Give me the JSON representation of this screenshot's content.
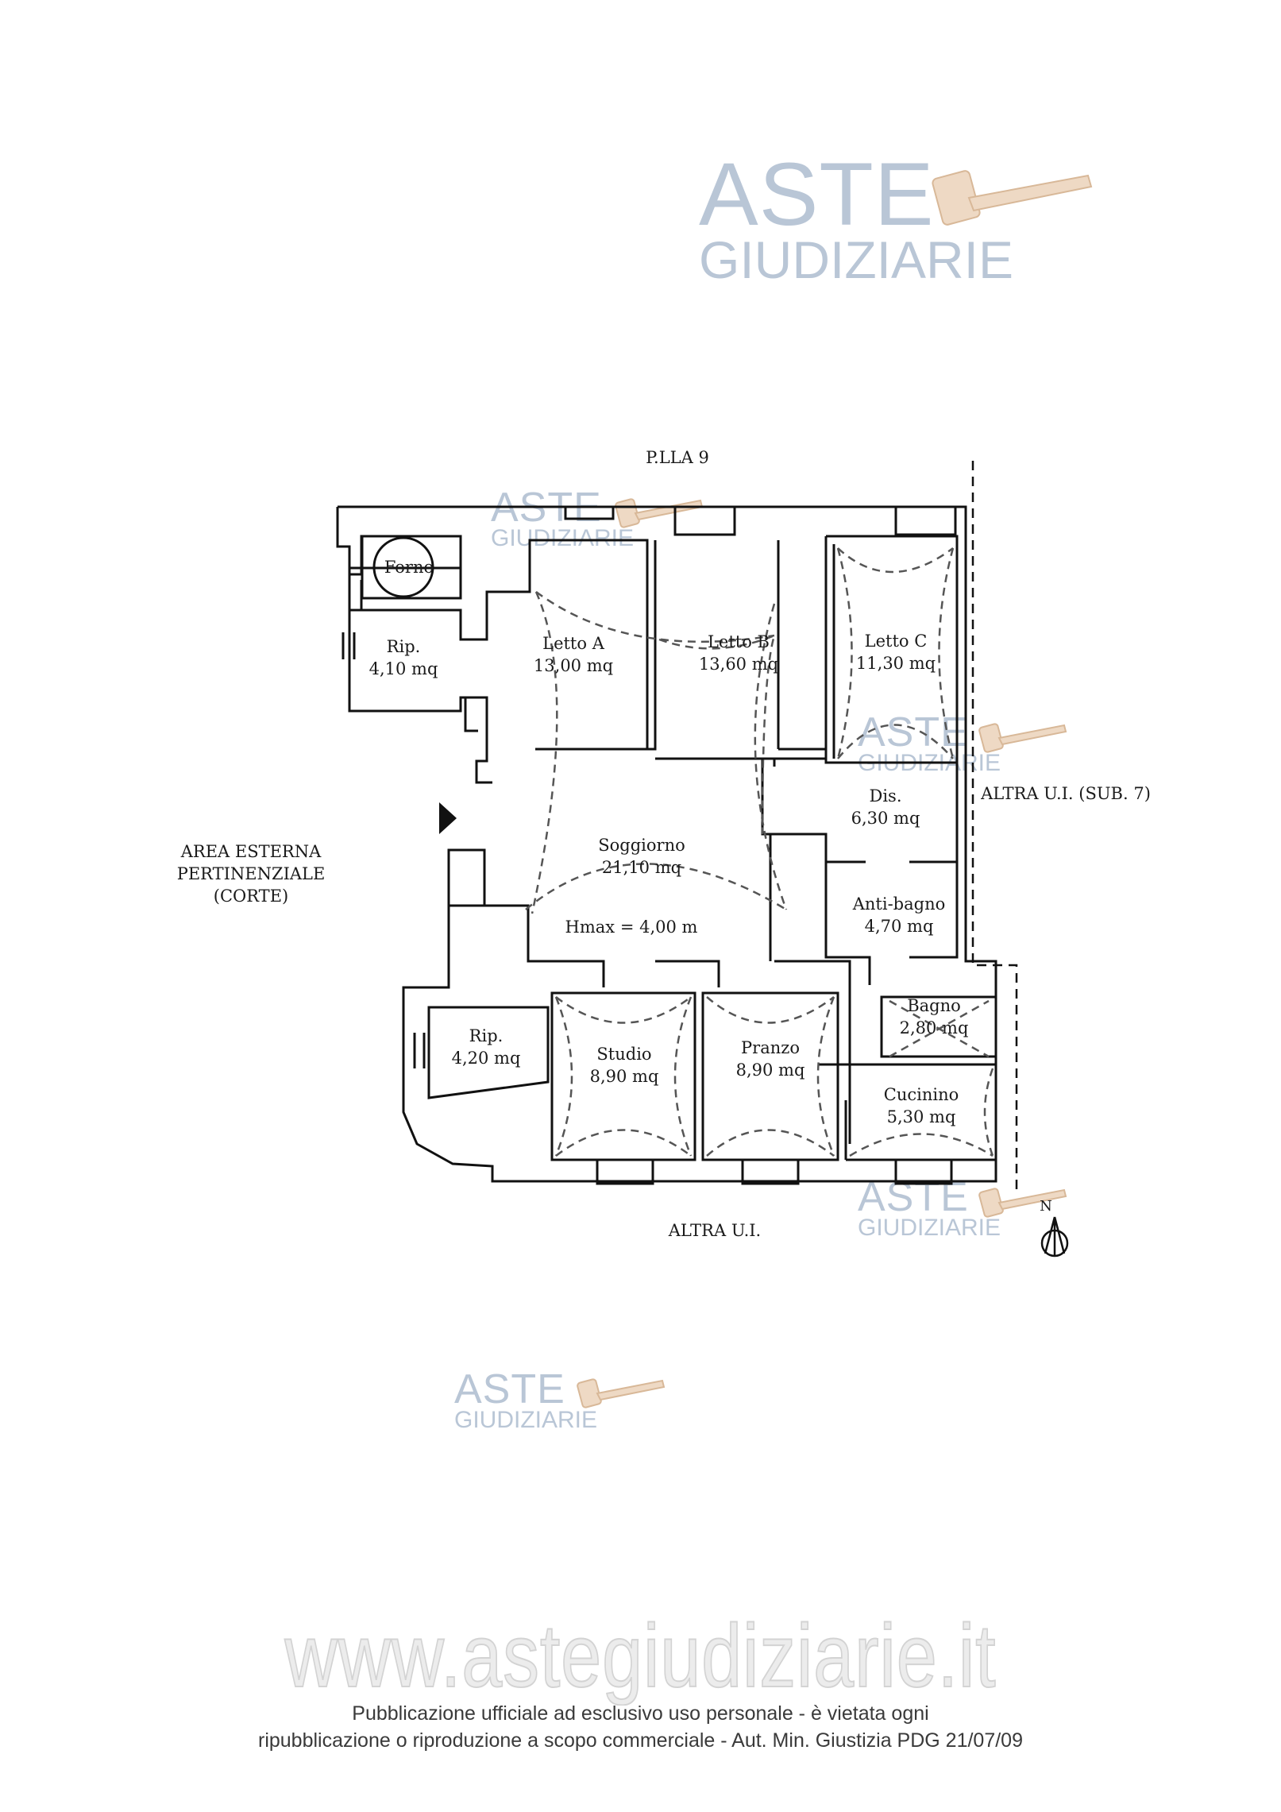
{
  "watermark": {
    "line1": "ASTE",
    "line2": "GIUDIZIARIE"
  },
  "plan": {
    "neighbor_top": "P.LLA 9",
    "neighbor_right": "ALTRA U.I. (SUB. 7)",
    "neighbor_bottom": "ALTRA U.I.",
    "exterior_area": [
      "AREA ESTERNA",
      "PERTINENZIALE",
      "(CORTE)"
    ],
    "north_label": "N",
    "oven_label": "Forno",
    "height_note": "Hmax = 4,00 m",
    "rooms": [
      {
        "name": "Rip.",
        "area": "4,10 mq"
      },
      {
        "name": "Letto A",
        "area": "13,00 mq"
      },
      {
        "name": "Letto B",
        "area": "13,60 mq"
      },
      {
        "name": "Letto C",
        "area": "11,30 mq"
      },
      {
        "name": "Dis.",
        "area": "6,30 mq"
      },
      {
        "name": "Soggiorno",
        "area": "21,10 mq"
      },
      {
        "name": "Anti-bagno",
        "area": "4,70 mq"
      },
      {
        "name": "Bagno",
        "area": "2,80 mq"
      },
      {
        "name": "Rip.",
        "area": "4,20 mq"
      },
      {
        "name": "Studio",
        "area": "8,90 mq"
      },
      {
        "name": "Pranzo",
        "area": "8,90 mq"
      },
      {
        "name": "Cucinino",
        "area": "5,30 mq"
      }
    ]
  },
  "footer": {
    "site": "www.astegiudiziarie.it",
    "notice_line1": "Pubblicazione ufficiale ad esclusivo uso personale - è vietata ogni",
    "notice_line2": "ripubblicazione o riproduzione a scopo commerciale - Aut. Min. Giustizia PDG 21/07/09"
  }
}
